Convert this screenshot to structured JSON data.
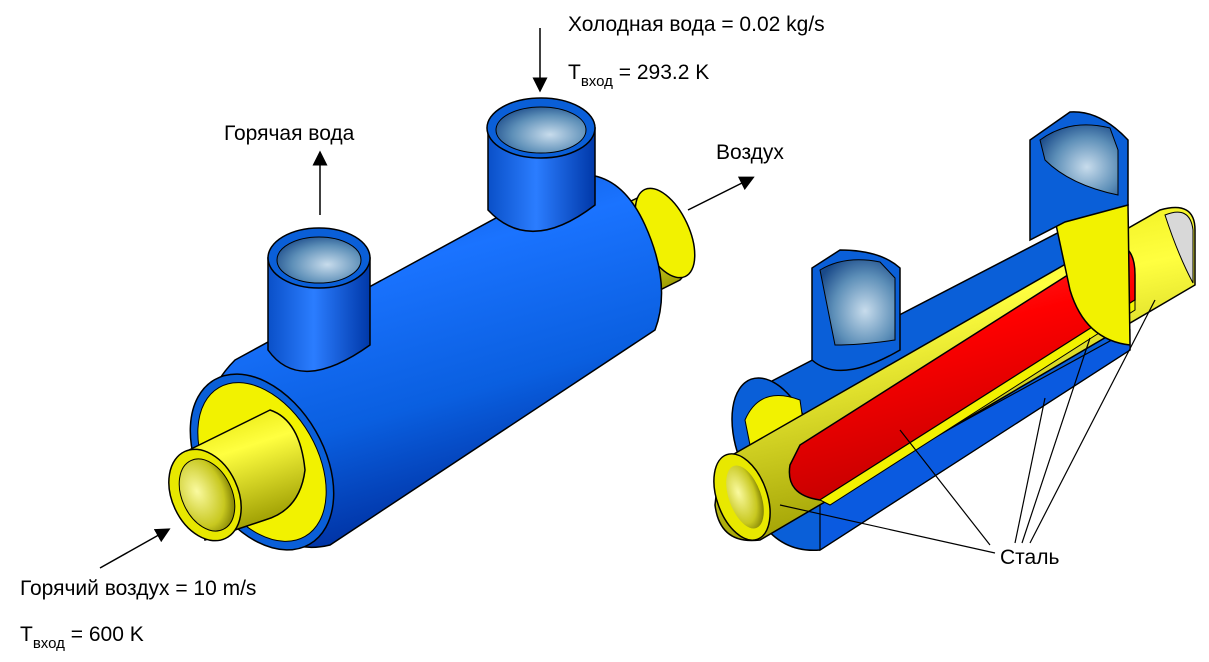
{
  "labels": {
    "cold_water": "Холодная вода = 0.02 kg/s",
    "cold_t_main": "T",
    "cold_t_sub": "вход",
    "cold_t_val": " = 293.2 K",
    "hot_water": "Горячая вода",
    "air_out": "Воздух",
    "hot_air": "Горячий воздух = 10 m/s",
    "hot_t_main": "T",
    "hot_t_sub": "вход",
    "hot_t_val": " = 600 K",
    "steel": "Сталь"
  },
  "colors": {
    "water_jacket": "#0a5fd8",
    "insulation": "#f2f200",
    "steel_tube": "#ff0000",
    "outline": "#000000"
  }
}
